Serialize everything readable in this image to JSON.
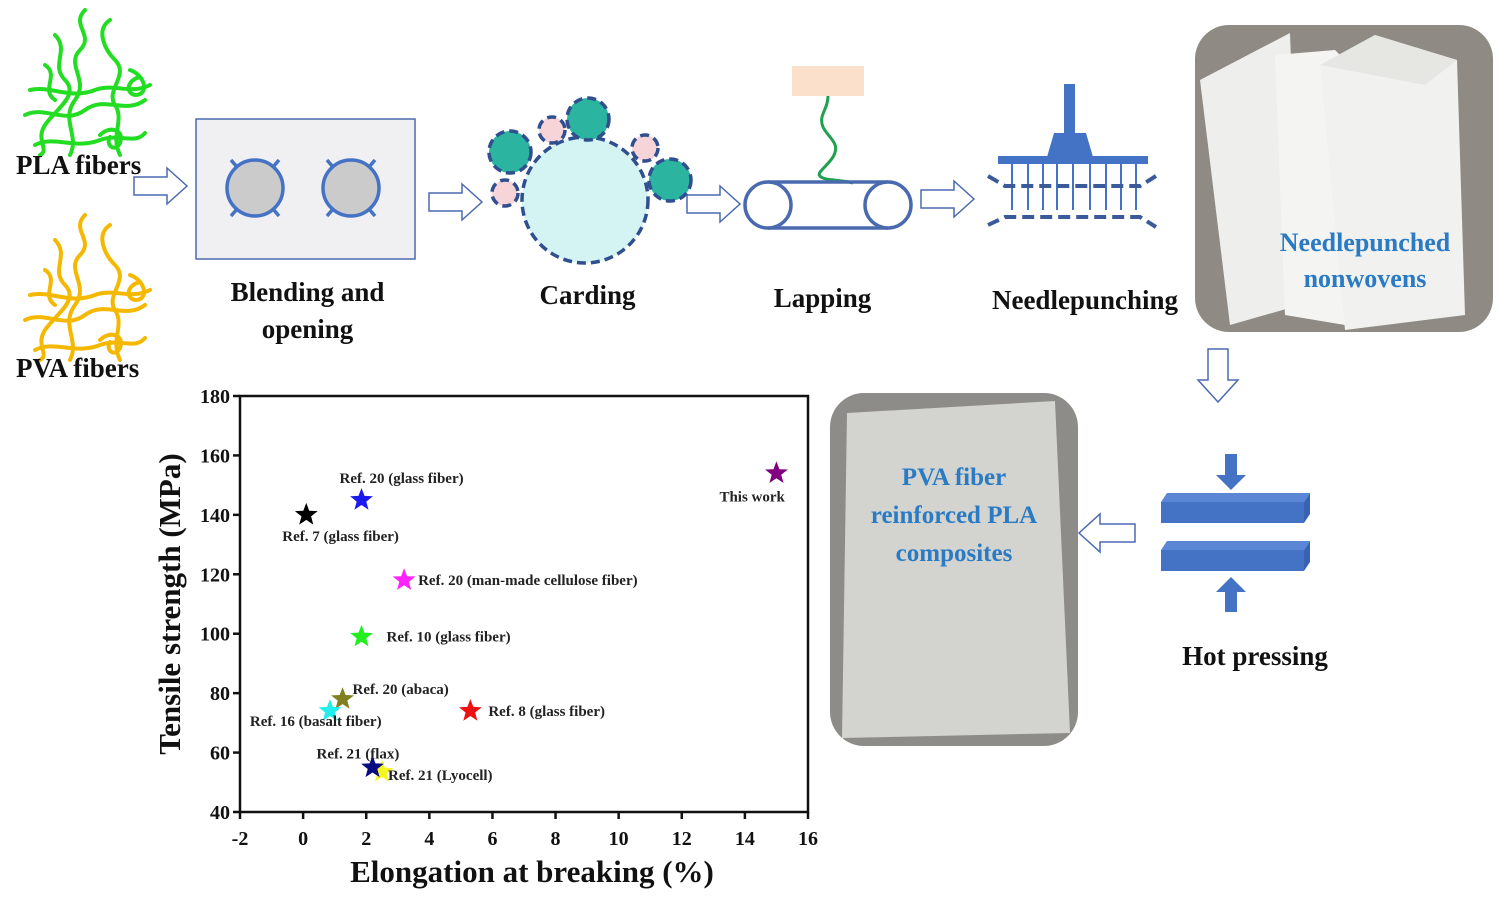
{
  "process": {
    "inputs": [
      {
        "label": "PLA fibers",
        "color": "#22dd22"
      },
      {
        "label": "PVA fibers",
        "color": "#f5b800"
      }
    ],
    "steps": [
      {
        "label_lines": [
          "Blending and",
          "opening"
        ]
      },
      {
        "label_lines": [
          "Carding"
        ]
      },
      {
        "label_lines": [
          "Lapping"
        ]
      },
      {
        "label_lines": [
          "Needlepunching"
        ]
      },
      {
        "label_lines": [
          "Hot pressing"
        ]
      }
    ],
    "photos": [
      {
        "caption_lines": [
          "Needlepunched",
          "nonwovens"
        ]
      },
      {
        "caption_lines": [
          "PVA fiber",
          "reinforced PLA",
          "composites"
        ]
      }
    ],
    "colors": {
      "machine_blue": "#4472c4",
      "caption_blue": "#2a7bc4",
      "carding_teal": "#2bb5a0",
      "carding_pink": "#f7d4d8",
      "cylinder_fill": "#d4f3f3",
      "lapping_pad": "#fbe0cc"
    }
  },
  "chart_data": {
    "type": "scatter",
    "marker": "star",
    "title": "",
    "xlabel": "Elongation at breaking (%)",
    "ylabel": "Tensile strength (MPa)",
    "xlim": [
      -2,
      16
    ],
    "ylim": [
      40,
      180
    ],
    "xticks": [
      -2,
      0,
      2,
      4,
      6,
      8,
      10,
      12,
      14,
      16
    ],
    "yticks": [
      40,
      60,
      80,
      100,
      120,
      140,
      160,
      180
    ],
    "grid": false,
    "legend": "none (points labeled directly)",
    "points": [
      {
        "label": "Ref. 7 (glass fiber)",
        "x": 0.1,
        "y": 140,
        "color": "#000000"
      },
      {
        "label": "Ref. 20 (glass fiber)",
        "x": 1.85,
        "y": 145,
        "color": "#1a1aee"
      },
      {
        "label": "Ref. 20 (man-made cellulose fiber)",
        "x": 3.2,
        "y": 118,
        "color": "#ff22ff"
      },
      {
        "label": "Ref. 10 (glass fiber)",
        "x": 1.85,
        "y": 99,
        "color": "#22ee22"
      },
      {
        "label": "Ref. 20 (abaca)",
        "x": 1.25,
        "y": 78,
        "color": "#808020"
      },
      {
        "label": "Ref. 16 (basalt fiber)",
        "x": 0.85,
        "y": 74,
        "color": "#22eeee"
      },
      {
        "label": "Ref. 8 (glass fiber)",
        "x": 5.3,
        "y": 74,
        "color": "#ee1111"
      },
      {
        "label": "Ref. 21 (flax)",
        "x": 2.2,
        "y": 55,
        "color": "#0a0a80"
      },
      {
        "label": "Ref. 21 (Lyocell)",
        "x": 2.5,
        "y": 53.5,
        "color": "#f5f522"
      },
      {
        "label": "This work",
        "x": 15.0,
        "y": 154,
        "color": "#800080"
      }
    ]
  }
}
